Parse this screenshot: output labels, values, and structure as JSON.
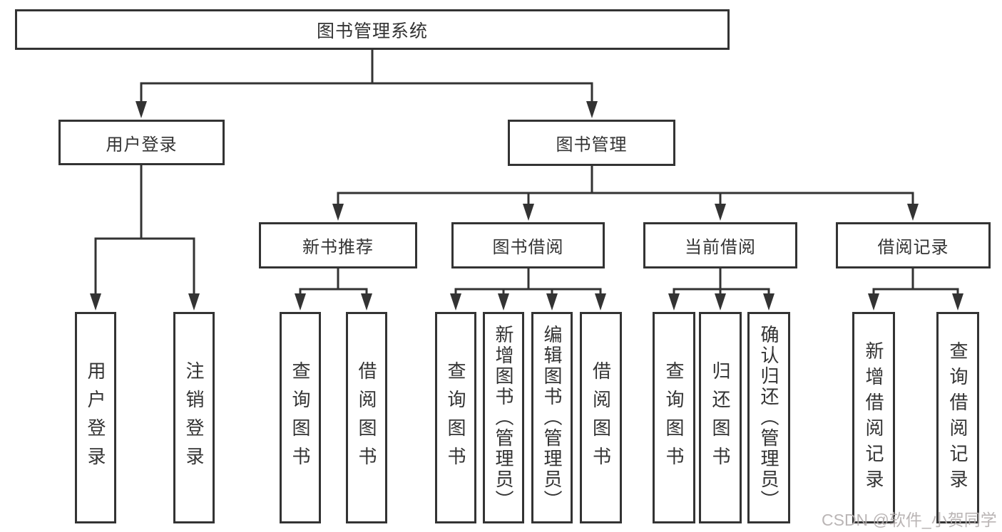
{
  "diagram": {
    "title": "图书管理系统",
    "type": "hierarchy-tree",
    "root": {
      "label": "图书管理系统",
      "children": [
        {
          "label": "用户登录",
          "children": [
            {
              "label": "用户登录"
            },
            {
              "label": "注销登录"
            }
          ]
        },
        {
          "label": "图书管理",
          "children": [
            {
              "label": "新书推荐",
              "children": [
                {
                  "label": "查询图书"
                },
                {
                  "label": "借阅图书"
                }
              ]
            },
            {
              "label": "图书借阅",
              "children": [
                {
                  "label": "查询图书"
                },
                {
                  "label": "新增图书（管理员）"
                },
                {
                  "label": "编辑图书（管理员）"
                },
                {
                  "label": "借阅图书"
                }
              ]
            },
            {
              "label": "当前借阅",
              "children": [
                {
                  "label": "查询图书"
                },
                {
                  "label": "归还图书"
                },
                {
                  "label": "确认归还（管理员）"
                }
              ]
            },
            {
              "label": "借阅记录",
              "children": [
                {
                  "label": "新增借阅记录"
                },
                {
                  "label": "查询借阅记录"
                }
              ]
            }
          ]
        }
      ]
    },
    "colors": {
      "stroke": "#333333",
      "text": "#333333",
      "background": "#ffffff",
      "watermark": "#b3aeae"
    }
  },
  "watermark": {
    "text": "CSDN @软件_小贺同学"
  }
}
